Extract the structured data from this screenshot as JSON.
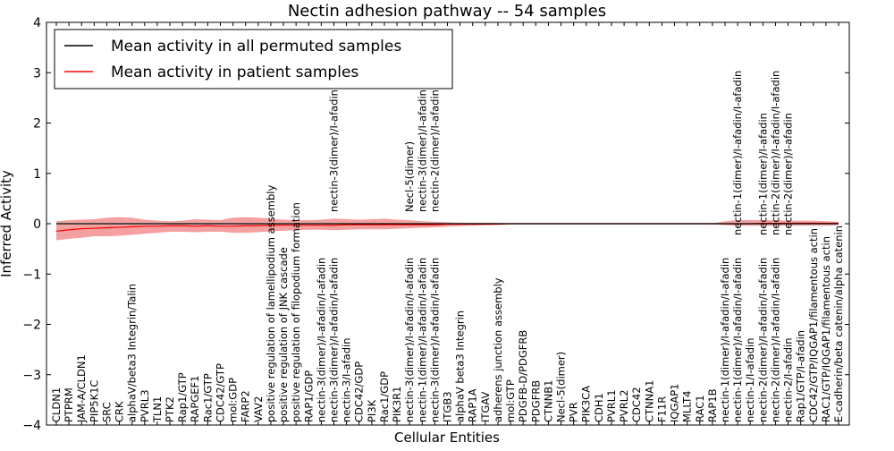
{
  "chart_data": {
    "type": "line",
    "title": "Nectin adhesion pathway -- 54 samples",
    "xlabel": "Cellular Entities",
    "ylabel": "Inferred Activity",
    "ylim": [
      -4,
      4
    ],
    "yticks": [
      -4,
      -3,
      -2,
      -1,
      0,
      1,
      2,
      3,
      4
    ],
    "legend_position": "top-left",
    "categories": [
      "CLDN1",
      "PTPRM",
      "JAM-A/CLDN1",
      "PIP5K1C",
      "SRC",
      "CRK",
      "alphaV/beta3 Integrin/Talin",
      "PVRL3",
      "TLN1",
      "PTK2",
      "Rap1/GTP",
      "RAPGEF1",
      "Rac1/GTP",
      "CDC42/GTP",
      "mol:GDP",
      "FARP2",
      "VAV2",
      "positive regulation of lamellipodium assembly",
      "positive regulation of JNK cascade",
      "positive regulation of filopodium formation",
      "RAP1/GDP",
      "nectin-3(dimer)/I-afadin/I-afadin",
      "nectin-3(dimer)/I-afadin/I-afadin",
      "nectin-3/I-afadin",
      "CDC42/GDP",
      "PI3K",
      "Rac1/GDP",
      "PIK3R1",
      "nectin-3(dimer)/I-afadin/I-afadin",
      "nectin-1(dimer)/I-afadin/I-afadin",
      "nectin-3(dimer)/I-afadin/I-afadin",
      "ITGB3",
      "alphaV beta3 Integrin",
      "RAP1A",
      "ITGAV",
      "adherens junction assembly",
      "mol:GTP",
      "PDGFB-D/PDGFRB",
      "PDGFRB",
      "CTNNB1",
      "Necl-5(dimer)",
      "PVR",
      "PIK3CA",
      "CDH1",
      "PVRL1",
      "PVRL2",
      "CDC42",
      "CTNNA1",
      "F11R",
      "IQGAP1",
      "MLLT4",
      "RAC1",
      "RAP1B",
      "nectin-1(dimer)/I-afadin/I-afadin",
      "nectin-1(dimer)/I-afadin/I-afadin",
      "nectin-1/I-afadin",
      "nectin-2(dimer)/I-afadin/I-afadin",
      "nectin-2(dimer)/I-afadin/I-afadin",
      "nectin-2/I-afadin",
      "Rap1/GTP/I-afadin",
      "CDC42/GTP/IQGAP1/filamentous actin",
      "RAC1/GTP/IQGAP1/filamentous actin",
      "E-cadherin/beta catenin/alpha catenin"
    ],
    "upper_labels": [
      {
        "index": 28,
        "text": "Necl-5(dimer)"
      },
      {
        "index": 29,
        "text": "nectin-3(dimer)/I-afadin"
      },
      {
        "index": 30,
        "text": "nectin-2(dimer)/I-afadin"
      },
      {
        "index": 22,
        "text": "nectin-3(dimer)/I-afadin"
      },
      {
        "index": 54,
        "text": "nectin-1(dimer)/I-afadin/I-afadin"
      },
      {
        "index": 56,
        "text": "nectin-1(dimer)/I-afadin"
      },
      {
        "index": 57,
        "text": "nectin-2(dimer)/I-afadin/I-afadin"
      },
      {
        "index": 58,
        "text": "nectin-2(dimer)/I-afadin"
      }
    ],
    "series": [
      {
        "name": "Mean activity in all permuted samples",
        "color": "#000000",
        "values": [
          0.0,
          0.0,
          0.0,
          0.0,
          0.0,
          0.0,
          0.0,
          0.0,
          0.0,
          0.0,
          0.0,
          0.0,
          0.0,
          0.0,
          0.0,
          0.0,
          0.0,
          0.0,
          0.0,
          0.0,
          0.0,
          0.0,
          0.0,
          0.0,
          0.0,
          0.0,
          0.0,
          0.0,
          0.0,
          0.0,
          0.0,
          0.0,
          0.0,
          0.0,
          0.0,
          0.0,
          0.0,
          0.0,
          0.0,
          0.0,
          0.0,
          0.0,
          0.0,
          0.0,
          0.0,
          0.0,
          0.0,
          0.0,
          0.0,
          0.0,
          0.0,
          0.0,
          0.0,
          0.0,
          0.0,
          0.0,
          0.0,
          0.0,
          0.0,
          0.0,
          0.0,
          0.0,
          0.0
        ]
      },
      {
        "name": "Mean activity in patient samples",
        "color": "#ff0000",
        "band_color": "#f08080",
        "values": [
          -0.15,
          -0.12,
          -0.1,
          -0.09,
          -0.08,
          -0.07,
          -0.06,
          -0.05,
          -0.05,
          -0.04,
          -0.04,
          -0.05,
          -0.04,
          -0.05,
          -0.05,
          -0.04,
          -0.04,
          -0.03,
          -0.03,
          -0.03,
          -0.03,
          -0.03,
          -0.03,
          -0.02,
          -0.02,
          -0.02,
          -0.02,
          -0.02,
          -0.02,
          -0.02,
          -0.02,
          -0.01,
          -0.01,
          -0.01,
          -0.01,
          -0.01,
          0.0,
          0.0,
          0.0,
          0.0,
          0.0,
          0.0,
          0.0,
          0.0,
          0.0,
          0.0,
          0.0,
          0.0,
          0.0,
          0.0,
          0.0,
          0.0,
          0.0,
          0.0,
          0.0,
          0.0,
          0.01,
          0.01,
          0.01,
          0.01,
          0.01,
          0.01,
          0.01
        ],
        "band_upper": [
          0.05,
          0.07,
          0.08,
          0.09,
          0.12,
          0.13,
          0.12,
          0.08,
          0.06,
          0.05,
          0.06,
          0.09,
          0.08,
          0.07,
          0.12,
          0.13,
          0.12,
          0.1,
          0.08,
          0.07,
          0.07,
          0.08,
          0.1,
          0.09,
          0.08,
          0.09,
          0.1,
          0.08,
          0.07,
          0.05,
          0.04,
          0.03,
          0.02,
          0.02,
          0.02,
          0.02,
          0.01,
          0.01,
          0.01,
          0.01,
          0.01,
          0.01,
          0.01,
          0.01,
          0.01,
          0.01,
          0.01,
          0.01,
          0.01,
          0.01,
          0.01,
          0.01,
          0.01,
          0.05,
          0.07,
          0.07,
          0.07,
          0.07,
          0.06,
          0.06,
          0.06,
          0.05,
          0.04
        ],
        "band_lower": [
          -0.33,
          -0.3,
          -0.28,
          -0.25,
          -0.25,
          -0.24,
          -0.22,
          -0.2,
          -0.18,
          -0.16,
          -0.16,
          -0.17,
          -0.16,
          -0.16,
          -0.18,
          -0.18,
          -0.17,
          -0.15,
          -0.14,
          -0.13,
          -0.12,
          -0.12,
          -0.13,
          -0.12,
          -0.11,
          -0.11,
          -0.11,
          -0.1,
          -0.09,
          -0.08,
          -0.07,
          -0.06,
          -0.05,
          -0.04,
          -0.03,
          -0.02,
          -0.01,
          -0.01,
          -0.01,
          -0.01,
          -0.01,
          -0.01,
          -0.01,
          -0.01,
          -0.01,
          -0.01,
          -0.01,
          -0.01,
          -0.01,
          -0.01,
          -0.01,
          -0.01,
          -0.01,
          -0.03,
          -0.04,
          -0.04,
          -0.04,
          -0.04,
          -0.04,
          -0.04,
          -0.04,
          -0.04,
          -0.03
        ]
      }
    ]
  }
}
